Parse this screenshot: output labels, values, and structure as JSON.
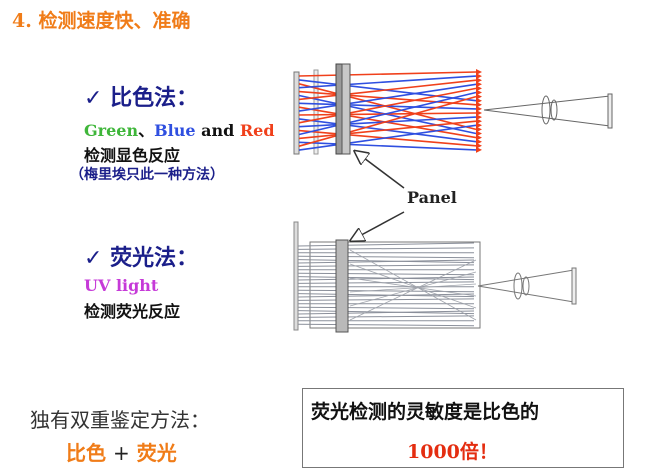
{
  "title": {
    "number": "4.",
    "text": "检测速度快、准确"
  },
  "colorimetric": {
    "check": "✓",
    "heading": "比色法：",
    "green": "Green",
    "sep": "、",
    "blue": "Blue",
    "and": "and",
    "red": "Red",
    "desc": "检测显色反应",
    "note": "（梅里埃只此一种方法）"
  },
  "panel_label": "Panel",
  "fluorescence": {
    "check": "✓",
    "heading": "荧光法：",
    "uv": "UV light",
    "desc": "检测荧光反应"
  },
  "bottom": {
    "unique": "独有双重鉴定方法：",
    "method1": "比色",
    "plus": "+",
    "method2": "荧光"
  },
  "callout": {
    "line1": "荧光检测的灵敏度是比色的",
    "line2_num": "1000",
    "line2_text": "倍！"
  },
  "colors": {
    "title": "#f07c18",
    "heading": "#1b1f8a",
    "green": "#3fb63a",
    "blue": "#2f4fe0",
    "red": "#f0401b",
    "uv": "#c63ad8",
    "callout_red": "#e42d10"
  }
}
